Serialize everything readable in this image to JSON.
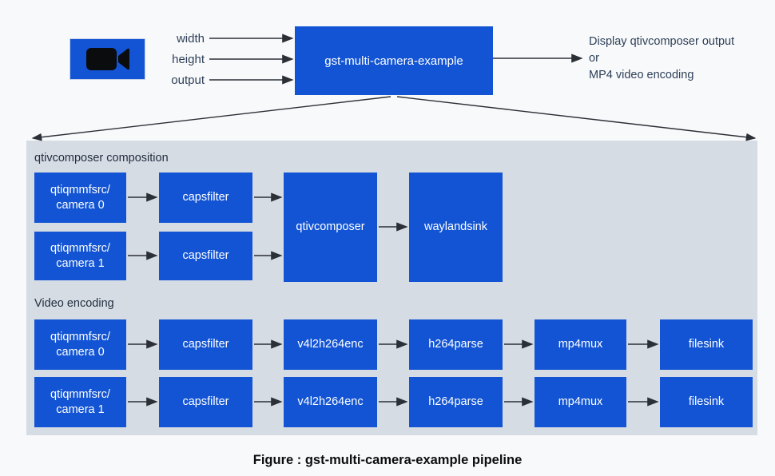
{
  "top": {
    "camera_icon": "video-camera-icon",
    "inputs": [
      "width",
      "height",
      "output"
    ],
    "main_box_label": "gst-multi-camera-example",
    "output_text_lines": [
      "Display qtivcomposer output",
      "or",
      "MP4 video encoding"
    ]
  },
  "pipeline": {
    "composition": {
      "title": "qtivcomposer composition",
      "rows": [
        {
          "src_line1": "qtiqmmfsrc/",
          "src_line2": "camera 0",
          "caps": "capsfilter"
        },
        {
          "src_line1": "qtiqmmfsrc/",
          "src_line2": "camera 1",
          "caps": "capsfilter"
        }
      ],
      "composer": "qtivcomposer",
      "sink": "waylandsink"
    },
    "encoding": {
      "title": "Video encoding",
      "rows": [
        {
          "src_line1": "qtiqmmfsrc/",
          "src_line2": "camera 0",
          "caps": "capsfilter",
          "enc": "v4l2h264enc",
          "parse": "h264parse",
          "mux": "mp4mux",
          "sink": "filesink"
        },
        {
          "src_line1": "qtiqmmfsrc/",
          "src_line2": "camera 1",
          "caps": "capsfilter",
          "enc": "v4l2h264enc",
          "parse": "h264parse",
          "mux": "mp4mux",
          "sink": "filesink"
        }
      ]
    }
  },
  "caption": "Figure : gst-multi-camera-example pipeline",
  "colors": {
    "node_blue": "#1254d3",
    "panel_gray": "#d6dce4",
    "page_background": "#f8f9fb",
    "arrow_dark": "#2b2f36",
    "label_navy": "#2e4058",
    "node_text": "#ffffff"
  }
}
